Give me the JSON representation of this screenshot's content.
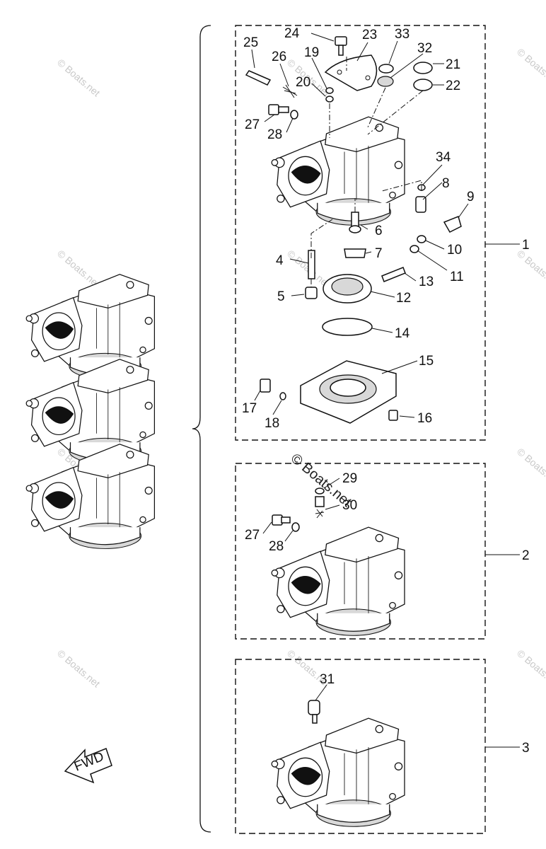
{
  "watermark": "© Boats.net",
  "callouts": [
    "1",
    "2",
    "3",
    "4",
    "5",
    "6",
    "7",
    "8",
    "9",
    "10",
    "11",
    "12",
    "13",
    "14",
    "15",
    "16",
    "17",
    "18",
    "19",
    "20",
    "21",
    "22",
    "23",
    "24",
    "25",
    "26",
    "27",
    "28",
    "29",
    "30",
    "31",
    "32",
    "33",
    "34"
  ],
  "fwd_label": "FWD"
}
